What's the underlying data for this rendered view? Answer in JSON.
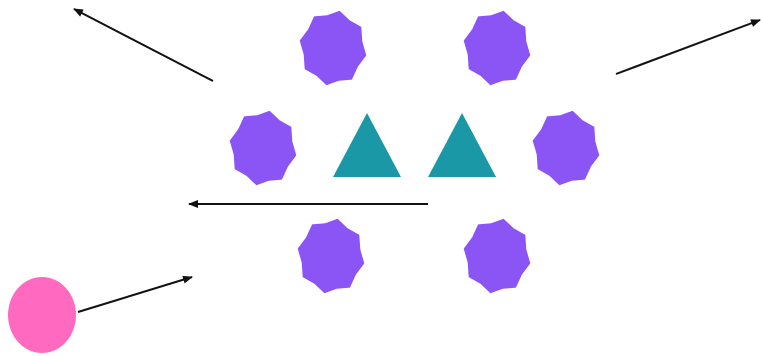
{
  "colors": {
    "background": "#ffffff",
    "octagon": "#8b55f5",
    "triangle": "#1b98a6",
    "circle": "#ff69c0",
    "arrow": "#111111"
  },
  "shapes": {
    "octagons": [
      {
        "name": "octagon-top-left"
      },
      {
        "name": "octagon-top-right"
      },
      {
        "name": "octagon-middle-left"
      },
      {
        "name": "octagon-middle-right"
      },
      {
        "name": "octagon-bottom-left"
      },
      {
        "name": "octagon-bottom-right"
      }
    ],
    "triangles": [
      {
        "name": "triangle-left"
      },
      {
        "name": "triangle-right"
      }
    ],
    "circles": [
      {
        "name": "pink-circle"
      }
    ],
    "arrows": [
      {
        "name": "arrow-upper-left"
      },
      {
        "name": "arrow-upper-right"
      },
      {
        "name": "arrow-middle-left"
      },
      {
        "name": "arrow-from-circle"
      }
    ]
  }
}
